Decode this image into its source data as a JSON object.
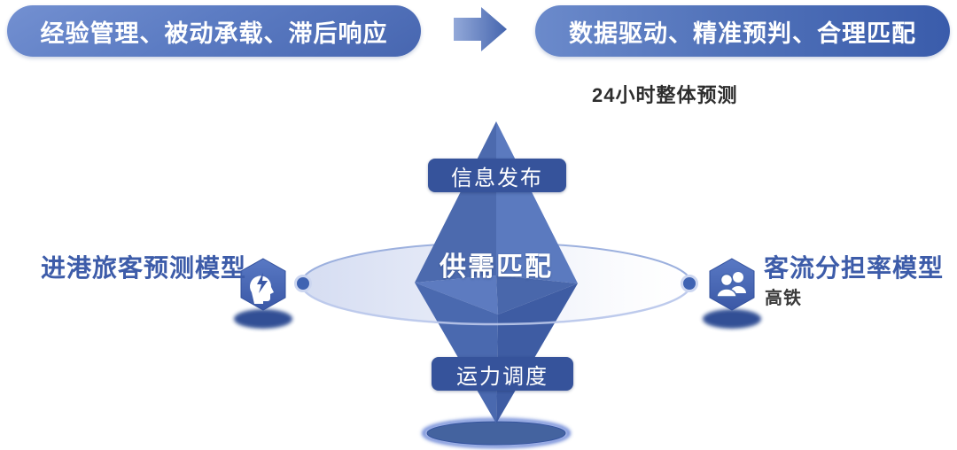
{
  "transformation": {
    "before": "经验管理、被动承载、滞后响应",
    "after": "数据驱动、精准预判、合理匹配",
    "arrow_icon": "right-block-arrow"
  },
  "annotation": {
    "forecast_24h": "24小时整体预测"
  },
  "diagram": {
    "top_label": "信息发布",
    "center_label": "供需匹配",
    "bottom_label": "运力调度",
    "left_model": {
      "label": "进港旅客预测模型",
      "icon": "ai-head-lightning-icon"
    },
    "right_model": {
      "label": "客流分担率模型",
      "sub_label": "高铁",
      "icon": "people-icon"
    }
  },
  "colors": {
    "pill_blue_dark": "#3a5cab",
    "pill_blue_light": "#7390d1",
    "diamond_face_light": "#5b7abf",
    "diamond_face_dark": "#3e5ca3",
    "label_box": "#36539b",
    "model_text": "#3d5ca9",
    "platform_ellipse": "#d7def2",
    "shadow_navy": "#1b3c8a",
    "annotation_text": "#2d2d2d"
  }
}
